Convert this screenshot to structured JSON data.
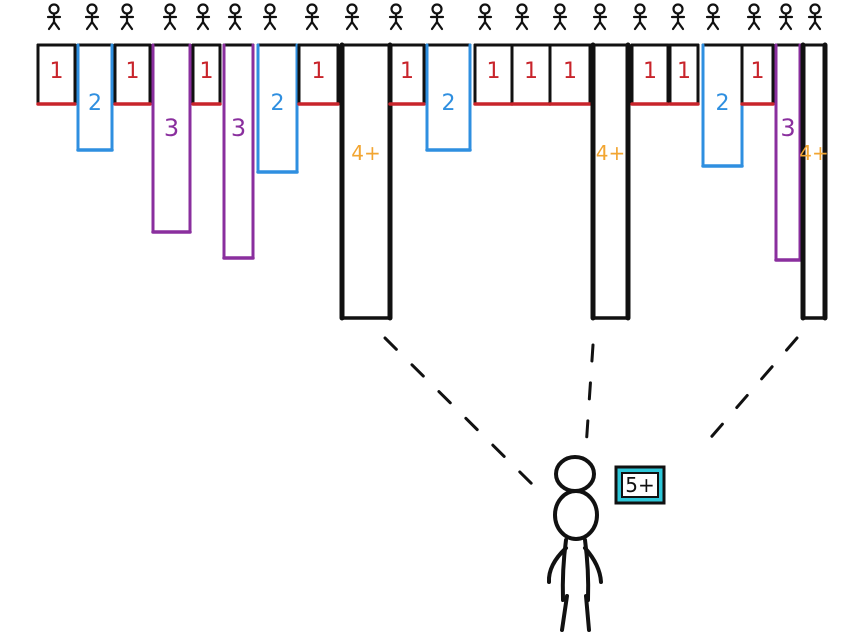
{
  "colors": {
    "ink": "#111111",
    "level_1": "#c8242b",
    "level_2": "#2f8fe0",
    "level_3": "#8a2f9e",
    "level_4": "#f2a531",
    "badge_fill": "#2ec7d8"
  },
  "crowd": {
    "figure_icon": "stick-figure-icon",
    "count": 21
  },
  "columns": [
    {
      "level": "1"
    },
    {
      "level": "2"
    },
    {
      "level": "1"
    },
    {
      "level": "3"
    },
    {
      "level": "1"
    },
    {
      "level": "3"
    },
    {
      "level": "2"
    },
    {
      "level": "1"
    },
    {
      "level": "4+"
    },
    {
      "level": "1"
    },
    {
      "level": "2"
    },
    {
      "level": "1"
    },
    {
      "level": "1"
    },
    {
      "level": "1"
    },
    {
      "level": "4+"
    },
    {
      "level": "1"
    },
    {
      "level": "1"
    },
    {
      "level": "2"
    },
    {
      "level": "1"
    },
    {
      "level": "3"
    },
    {
      "level": "4+"
    }
  ],
  "observer": {
    "figure_icon": "stick-figure-icon",
    "badge_label": "5+"
  }
}
